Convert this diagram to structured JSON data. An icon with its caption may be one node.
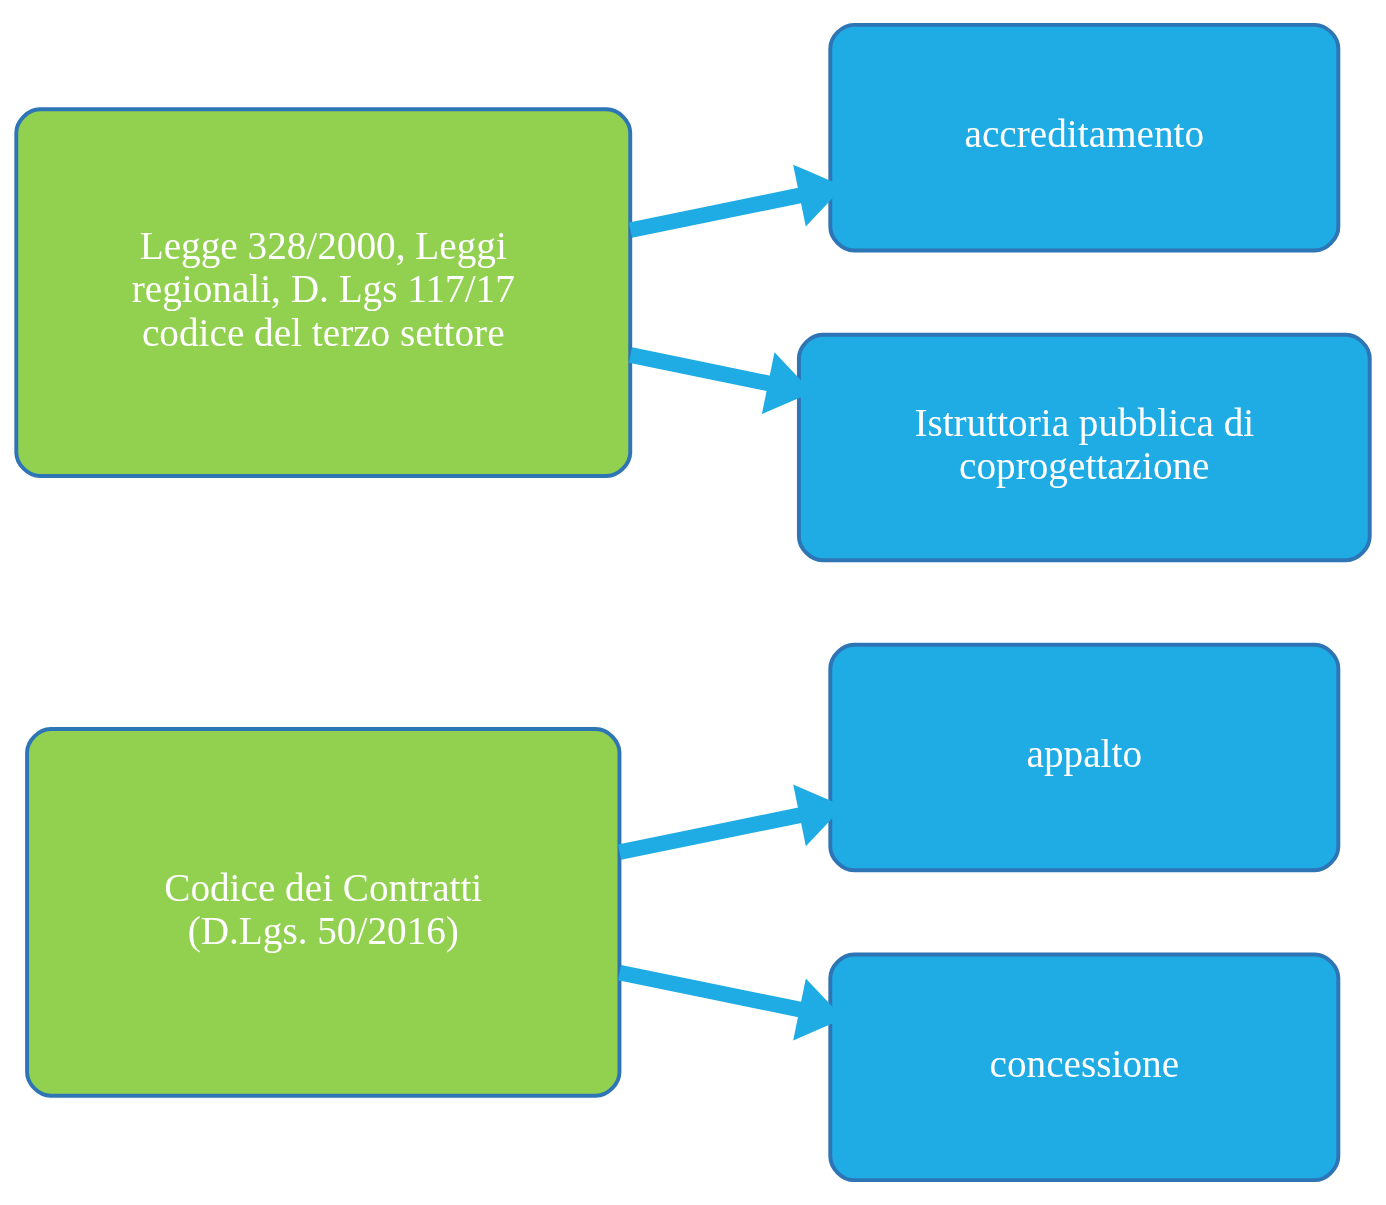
{
  "diagram": {
    "nodes": [
      {
        "text": [
          "Codice dei Contratti (D.Lgs. 50/2016)"
        ]
      },
      {
        "text": [
          "appalto"
        ]
      },
      {
        "text": [
          "concessione"
        ]
      },
      {
        "text": [
          "Legge 328/2000, Leggi regionali, D. Lgs 117/17 codice del terzo settore"
        ]
      },
      {
        "text": [
          "accreditamento"
        ]
      },
      {
        "text": [
          "Istruttoria pubblica di coprogettazione"
        ]
      }
    ],
    "edges": [
      {
        "from": 0,
        "to": 1,
        "arrow": "to"
      },
      {
        "from": 0,
        "to": 2,
        "arrow": "to"
      },
      {
        "from": 3,
        "to": 4,
        "arrow": "to"
      },
      {
        "from": 3,
        "to": 5,
        "arrow": "to"
      }
    ]
  }
}
